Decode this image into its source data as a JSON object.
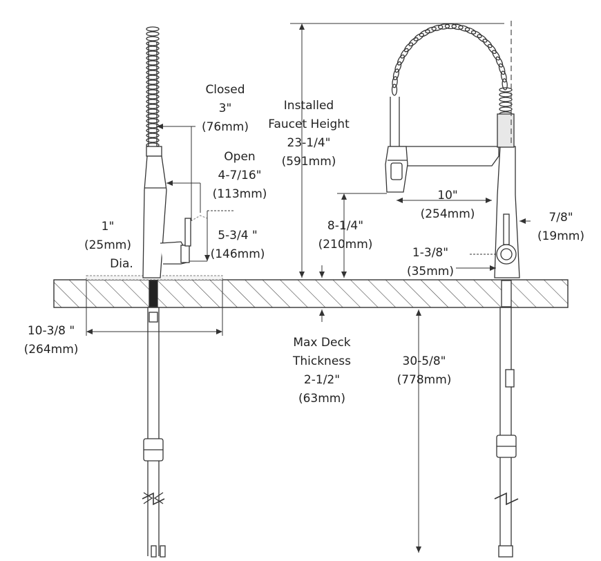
{
  "colors": {
    "line": "#333333",
    "text": "#222222",
    "hatch": "#444444",
    "background": "#ffffff"
  },
  "labels": {
    "closed": {
      "title": "Closed",
      "inches": "3\"",
      "mm": "(76mm)"
    },
    "open": {
      "title": "Open",
      "inches": "4-7/16\"",
      "mm": "(113mm)"
    },
    "installed": {
      "line1": "Installed",
      "line2": "Faucet Height",
      "inches": "23-1/4\"",
      "mm": "(591mm)"
    },
    "dia": {
      "inches": "1\"",
      "mm": "(25mm)",
      "suffix": "Dia."
    },
    "handle": {
      "inches": "5-3/4 \"",
      "mm": "(146mm)"
    },
    "spout_height": {
      "inches": "8-1/4\"",
      "mm": "(210mm)"
    },
    "reach": {
      "inches": "10\"",
      "mm": "(254mm)"
    },
    "body_offset": {
      "inches": "7/8\"",
      "mm": "(19mm)"
    },
    "handle_offset": {
      "inches": "1-3/8\"",
      "mm": "(35mm)"
    },
    "deckplate": {
      "inches": "10-3/8 \"",
      "mm": "(264mm)"
    },
    "deck": {
      "line1": "Max Deck",
      "line2": "Thickness",
      "inches": "2-1/2\"",
      "mm": "(63mm)"
    },
    "supply": {
      "inches": "30-5/8\"",
      "mm": "(778mm)"
    }
  }
}
